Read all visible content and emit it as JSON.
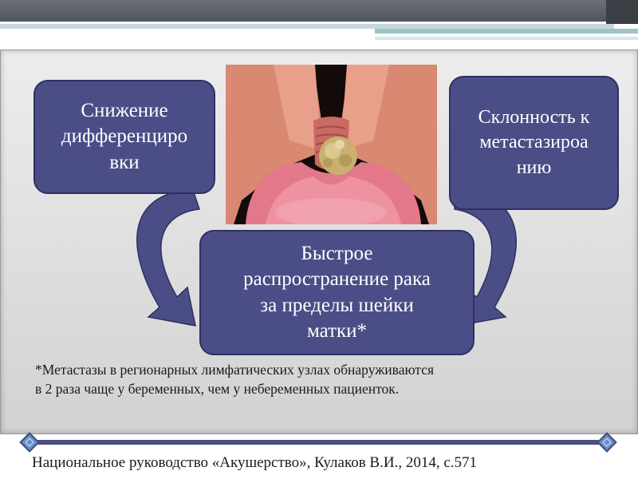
{
  "slide": {
    "box_left_text": "Снижение\nдифференциро\nвки",
    "box_right_text": "Склонность к\nметастазироа\nнию",
    "box_center_text": "Быстрое\nраспространение рака\nза пределы шейки\nматки*",
    "footnote": "*Метастазы в регионарных лимфатических узлах обнаруживаются\nв 2 раза чаще у беременных, чем у небеременных пациенток.",
    "source": "Национальное руководство «Акушерство», Кулаков В.И., 2014, с.571"
  },
  "colors": {
    "box_fill": "#4b4d86",
    "arrow_fill": "#4b4d86"
  },
  "icons": {
    "illustration": "cervix-tumor-illustration",
    "divider_ornament": "diamond-ornament-icon"
  }
}
